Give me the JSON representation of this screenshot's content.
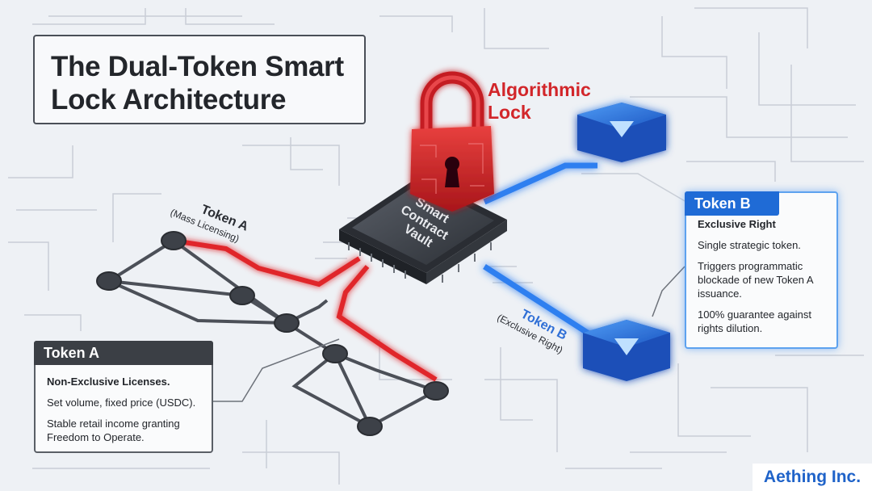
{
  "title": "The Dual-Token Smart Lock Architecture",
  "title_lines": [
    "The Dual-Token Smart",
    "Lock Architecture"
  ],
  "lock_label_lines": [
    "Algorithmic",
    "Lock"
  ],
  "vault_label_lines": [
    "Smart",
    "Contract",
    "Vault"
  ],
  "token_a_path": {
    "name": "Token A",
    "sub": "(Mass Licensing)"
  },
  "token_b_path": {
    "name": "Token B",
    "sub": "(Exclusive Right)"
  },
  "token_a_card": {
    "header": "Token A",
    "heading": "Non-Exclusive Licenses.",
    "lines": [
      "Set volume, fixed price (USDC).",
      "Stable retail income granting",
      "Freedom to Operate."
    ]
  },
  "token_b_card": {
    "header": "Token B",
    "heading": "Exclusive Right",
    "lines": [
      "Single strategic token.",
      "Triggers programmatic",
      "blockade of new Token A",
      "issuance.",
      "100% guarantee against",
      "rights dilution."
    ]
  },
  "brand": "Aething Inc.",
  "colors": {
    "red": "#d2262a",
    "blue": "#1f6bd6",
    "dark": "#3b3f45",
    "background": "#eef1f5"
  }
}
